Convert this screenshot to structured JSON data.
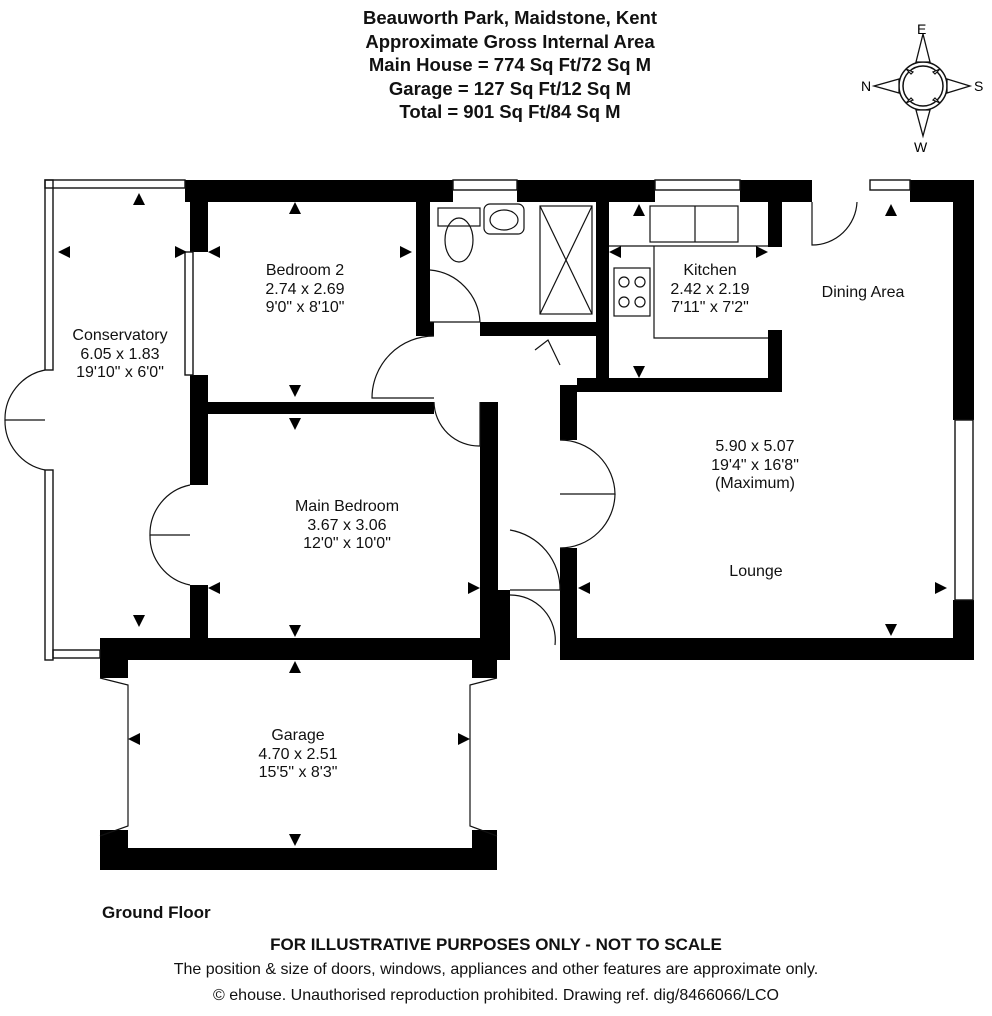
{
  "header": {
    "address": "Beauworth Park, Maidstone, Kent",
    "area_title": "Approximate Gross Internal Area",
    "main_house": "Main House = 774 Sq Ft/72 Sq M",
    "garage": "Garage = 127 Sq Ft/12 Sq M",
    "total": "Total = 901 Sq Ft/84 Sq M"
  },
  "compass": {
    "north": "N",
    "east": "E",
    "south": "S",
    "west": "W"
  },
  "rooms": {
    "conservatory": {
      "name": "Conservatory",
      "metric": "6.05 x 1.83",
      "imperial": "19'10\" x 6'0\""
    },
    "bedroom2": {
      "name": "Bedroom 2",
      "metric": "2.74 x 2.69",
      "imperial": "9'0\" x 8'10\""
    },
    "kitchen": {
      "name": "Kitchen",
      "metric": "2.42 x 2.19",
      "imperial": "7'11\" x 7'2\""
    },
    "dining": {
      "name": "Dining Area"
    },
    "lounge": {
      "name": "Lounge",
      "metric": "5.90 x 5.07",
      "imperial": "19'4\" x 16'8\"",
      "note": "(Maximum)"
    },
    "main_bedroom": {
      "name": "Main Bedroom",
      "metric": "3.67 x 3.06",
      "imperial": "12'0\" x 10'0\""
    },
    "garage": {
      "name": "Garage",
      "metric": "4.70 x 2.51",
      "imperial": "15'5\" x 8'3\""
    }
  },
  "floor_label": "Ground Floor",
  "footer": {
    "disclaimer": "FOR ILLUSTRATIVE PURPOSES ONLY - NOT TO SCALE",
    "note": "The position & size of doors, windows, appliances and other features are approximate only.",
    "copyright": "© ehouse. Unauthorised reproduction prohibited. Drawing ref. dig/8466066/LCO"
  }
}
